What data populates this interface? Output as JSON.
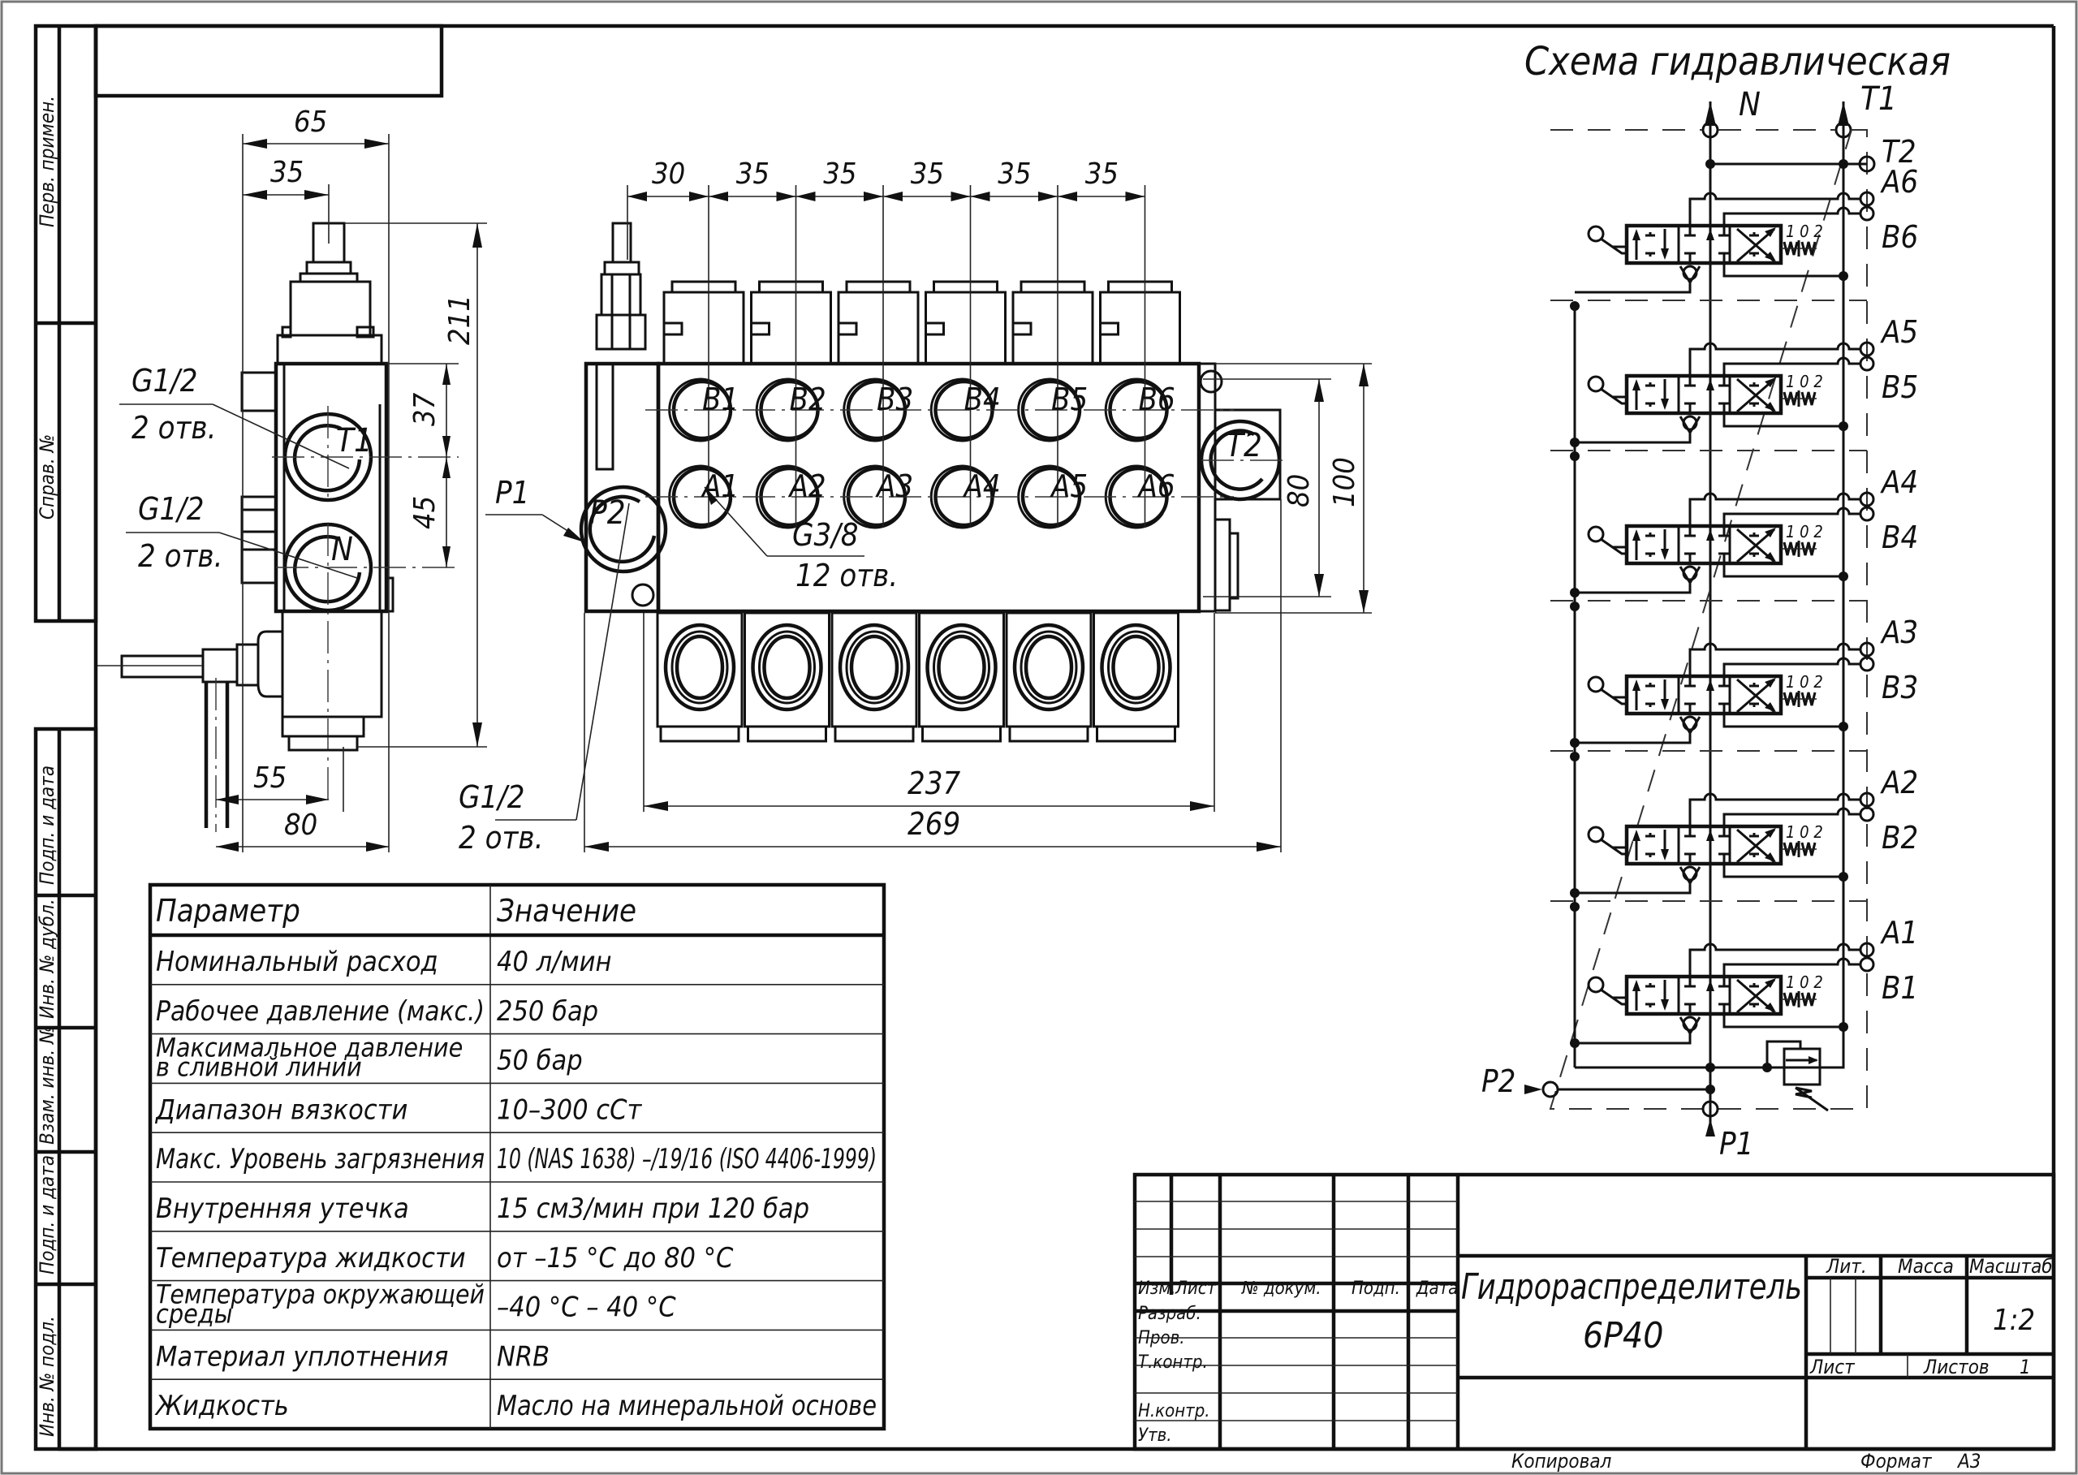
{
  "stamp_column": {
    "labels": [
      "Перв. примен.",
      "Справ. №",
      "Подп. и дата",
      "Инв. № дубл.",
      "Взам. инв. №",
      "Подп. и дата",
      "Инв. № подл."
    ]
  },
  "side_view": {
    "dims": {
      "width_total": "65",
      "width_axis": "35",
      "height_total": "211",
      "port_spacing_top": "37",
      "port_spacing": "45",
      "lever_offset": "55",
      "base_width": "80"
    },
    "callouts": [
      {
        "thread": "G1/2",
        "count": "2 отв."
      },
      {
        "thread": "G1/2",
        "count": "2 отв."
      }
    ],
    "ports": [
      "T1",
      "N"
    ]
  },
  "front_view": {
    "pitch_dims": [
      "30",
      "35",
      "35",
      "35",
      "35",
      "35"
    ],
    "ports_b": [
      "B1",
      "B2",
      "B3",
      "B4",
      "B5",
      "B6"
    ],
    "ports_a": [
      "A1",
      "A2",
      "A3",
      "A4",
      "A5",
      "A6"
    ],
    "port_t2": "T2",
    "port_p1": "P1",
    "port_p2": "P2",
    "work_callout": {
      "thread": "G3/8",
      "count": "12 отв."
    },
    "inlet_callout": {
      "thread": "G1/2",
      "count": "2 отв."
    },
    "dims": {
      "inner_height": "80",
      "outer_height": "100",
      "mount_length": "237",
      "overall_length": "269"
    }
  },
  "schematic": {
    "title": "Схема гидравлическая",
    "top_ports": [
      "N",
      "T1"
    ],
    "t2": "T2",
    "sections": [
      {
        "a": "A6",
        "b": "B6",
        "positions": "1 0 2"
      },
      {
        "a": "A5",
        "b": "B5",
        "positions": "1 0 2"
      },
      {
        "a": "A4",
        "b": "B4",
        "positions": "1 0 2"
      },
      {
        "a": "A3",
        "b": "B3",
        "positions": "1 0 2"
      },
      {
        "a": "A2",
        "b": "B2",
        "positions": "1 0 2"
      },
      {
        "a": "A1",
        "b": "B1",
        "positions": "1 0 2"
      }
    ],
    "p2": "P2",
    "p1": "P1"
  },
  "spec_table": {
    "headers": [
      "Параметр",
      "Значение"
    ],
    "rows": [
      {
        "param": "Номинальный расход",
        "value": "40 л/мин"
      },
      {
        "param": "Рабочее давление (макс.)",
        "value": "250 бар"
      },
      {
        "param": "Максимальное давление",
        "param2": "в сливной линии",
        "value": "50 бар"
      },
      {
        "param": "Диапазон вязкости",
        "value": "10–300 сСт"
      },
      {
        "param": "Макс. Уровень загрязнения",
        "value": "10 (NAS 1638) –/19/16 (ISO 4406-1999)"
      },
      {
        "param": "Внутренняя утечка",
        "value": "15 см3/мин при 120 бар"
      },
      {
        "param": "Температура жидкости",
        "value": "от –15 °С до 80 °С"
      },
      {
        "param": "Температура окружающей",
        "param2": "среды",
        "value": "–40 °С – 40 °С"
      },
      {
        "param": "Материал уплотнения",
        "value": "NRB"
      },
      {
        "param": "Жидкость",
        "value": "Масло на минеральной основе"
      }
    ]
  },
  "title_block": {
    "col_headers": [
      "Изм.",
      "Лист",
      "№ докум.",
      "Подп.",
      "Дата"
    ],
    "roles": [
      "Разраб.",
      "Пров.",
      "Т.контр.",
      "",
      "Н.контр.",
      "Утв."
    ],
    "name_line1": "Гидрораспределитель",
    "name_line2": "6Р40",
    "lit_label": "Лит.",
    "mass_label": "Масса",
    "scale_label": "Масштаб",
    "scale_value": "1:2",
    "sheet_label": "Лист",
    "sheets_label": "Листов",
    "sheets_value": "1",
    "copied_label": "Копировал",
    "format_label": "Формат",
    "format_value": "А3"
  }
}
